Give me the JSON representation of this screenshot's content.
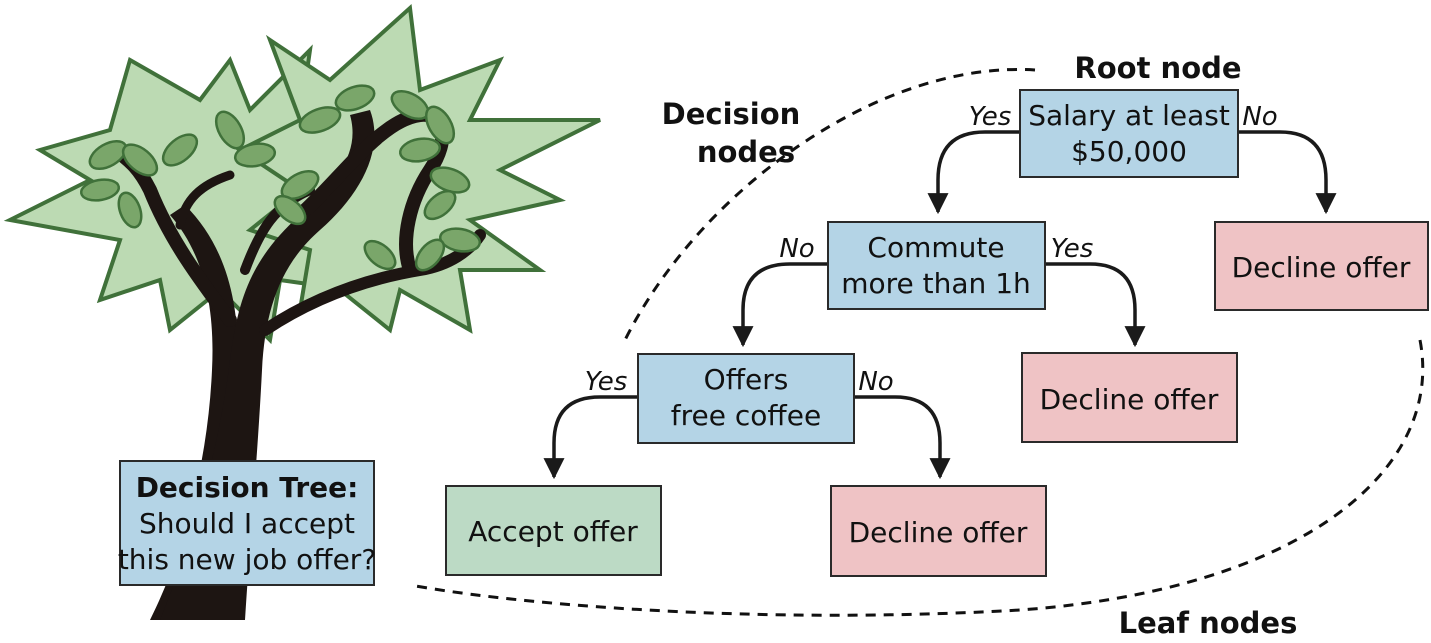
{
  "colors": {
    "decision_fill": "#b4d4e6",
    "decline_fill": "#efc3c5",
    "accept_fill": "#bcdac5",
    "title_fill": "#b4d4e6",
    "border": "#2a2a2a",
    "foliage_light": "#bcdab3",
    "foliage_dark": "#40713a",
    "leaf_fill": "#7aa66a",
    "trunk": "#1d1512"
  },
  "title": {
    "line1": "Decision Tree:",
    "line2": "Should I accept",
    "line3": "this new job offer?"
  },
  "annotations": {
    "root": "Root node",
    "decision_line1": "Decision",
    "decision_line2": "nodes",
    "leaf": "Leaf nodes"
  },
  "nodes": {
    "root": {
      "line1": "Salary at least",
      "line2": "$50,000"
    },
    "commute": {
      "line1": "Commute",
      "line2": "more than 1h"
    },
    "coffee": {
      "line1": "Offers",
      "line2": "free coffee"
    },
    "decline_right": "Decline offer",
    "decline_middle": "Decline offer",
    "decline_bottom": "Decline offer",
    "accept": "Accept offer"
  },
  "edges": {
    "root_yes": "Yes",
    "root_no": "No",
    "commute_no": "No",
    "commute_yes": "Yes",
    "coffee_yes": "Yes",
    "coffee_no": "No"
  }
}
